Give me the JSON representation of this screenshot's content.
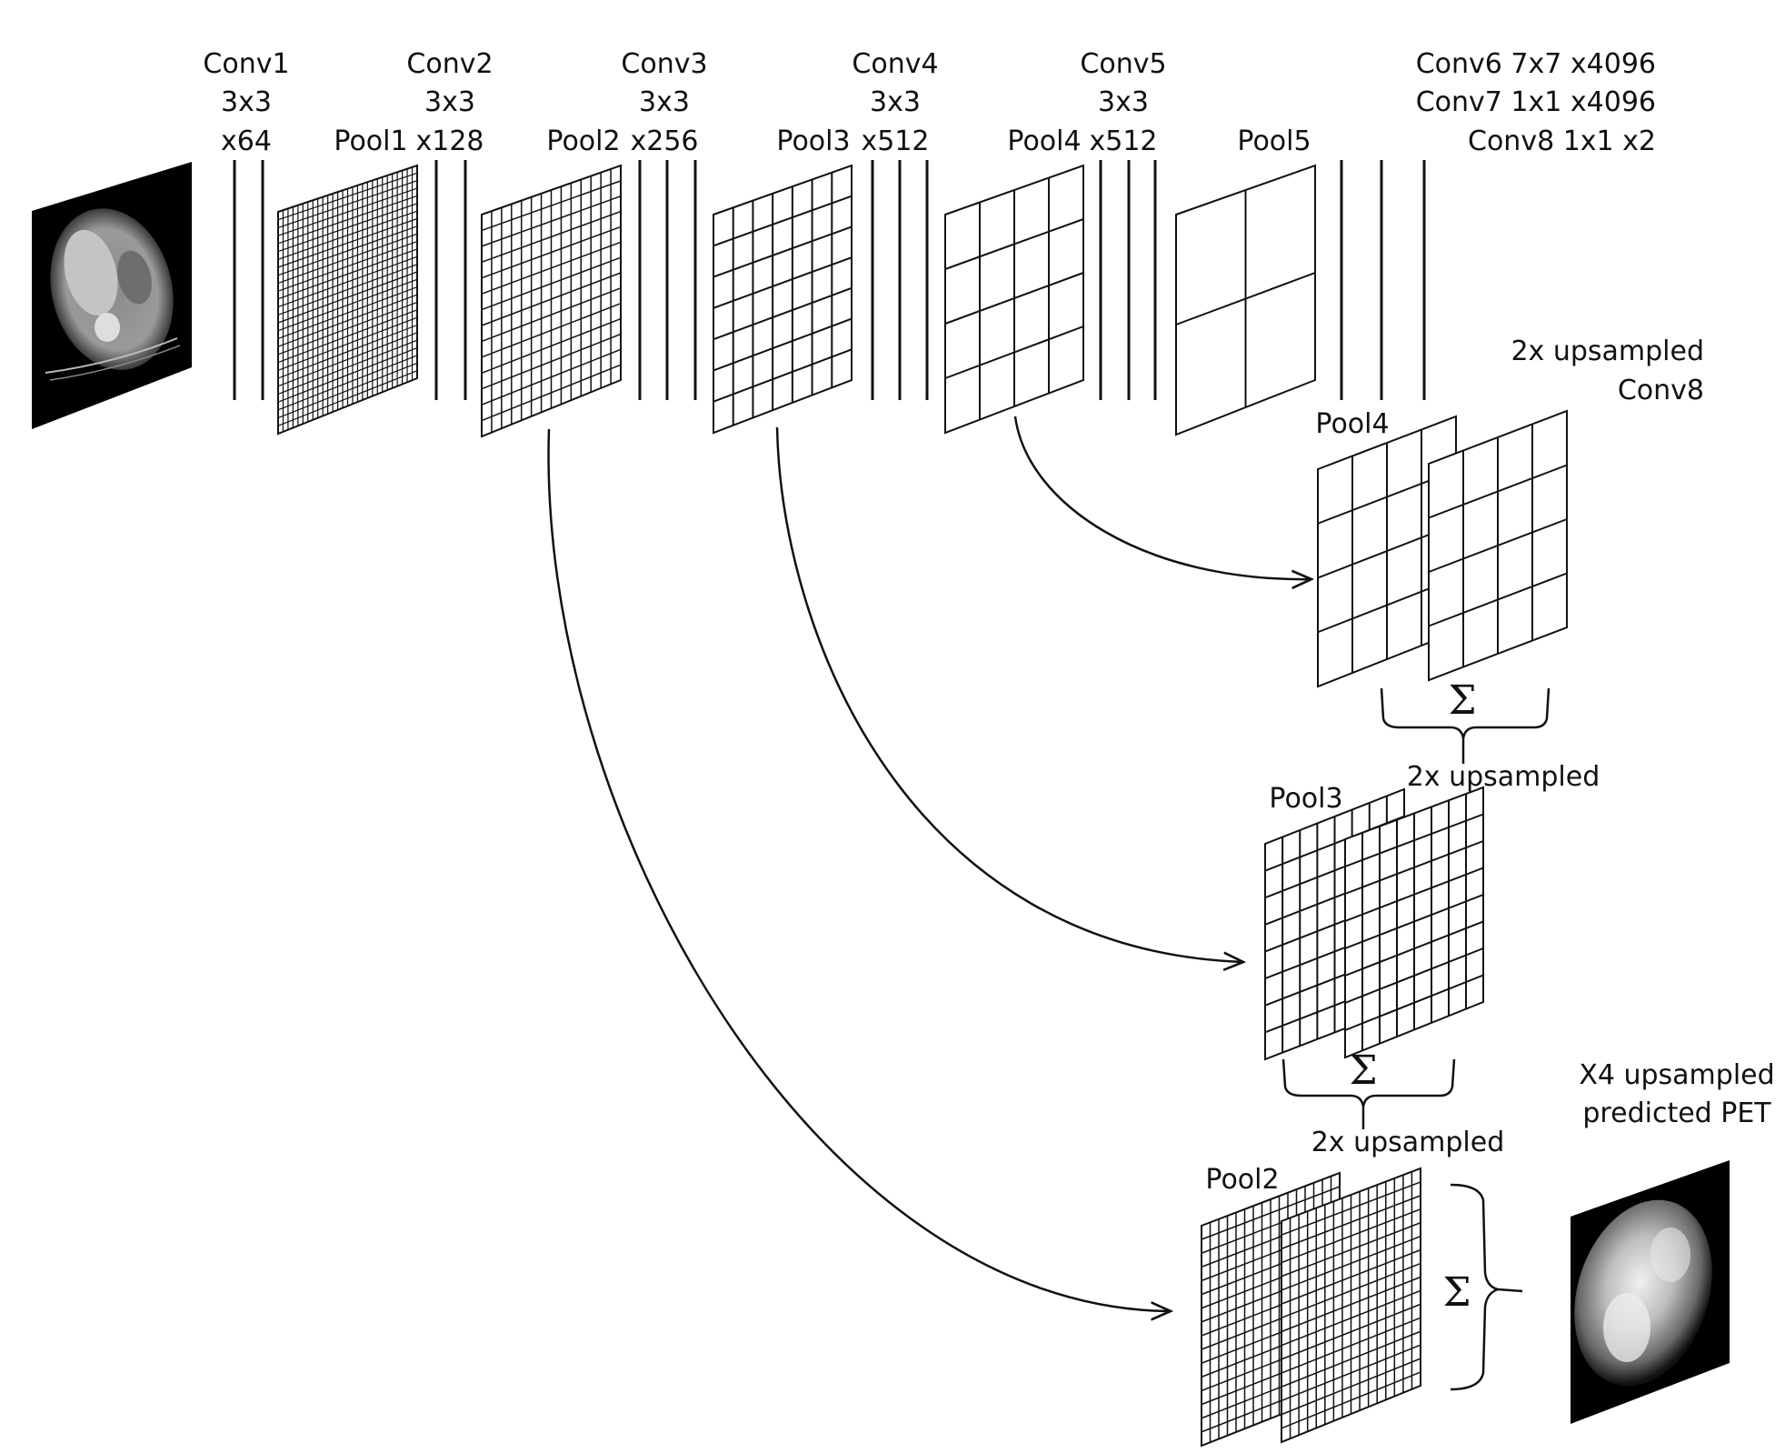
{
  "labels": {
    "conv1": [
      "Conv1",
      "3x3",
      "x64"
    ],
    "conv2": [
      "Conv2",
      "3x3",
      "x128"
    ],
    "conv3": [
      "Conv3",
      "3x3",
      "x256"
    ],
    "conv4": [
      "Conv4",
      "3x3",
      "x512"
    ],
    "conv5": [
      "Conv5",
      "3x3",
      "x512"
    ],
    "conv678": [
      "Conv6 7x7 x4096",
      "Conv7 1x1 x4096",
      "Conv8 1x1 x2"
    ],
    "pool1": "Pool1",
    "pool2": "Pool2",
    "pool3": "Pool3",
    "pool4": "Pool4",
    "pool5": "Pool5",
    "upsampled_conv8": [
      "2x upsampled",
      "Conv8"
    ],
    "skip_pool4": "Pool4",
    "skip_pool3": "Pool3",
    "skip_pool2": "Pool2",
    "upsampled_1": "2x upsampled",
    "upsampled_2": "2x upsampled",
    "output": [
      "X4 upsampled",
      "predicted PET"
    ],
    "sum_symbol": "Σ"
  },
  "images": {
    "input": "ct-slice",
    "output": "predicted-pet"
  },
  "colors": {
    "line": "#111111",
    "background": "#ffffff",
    "image_bg": "#000000"
  }
}
